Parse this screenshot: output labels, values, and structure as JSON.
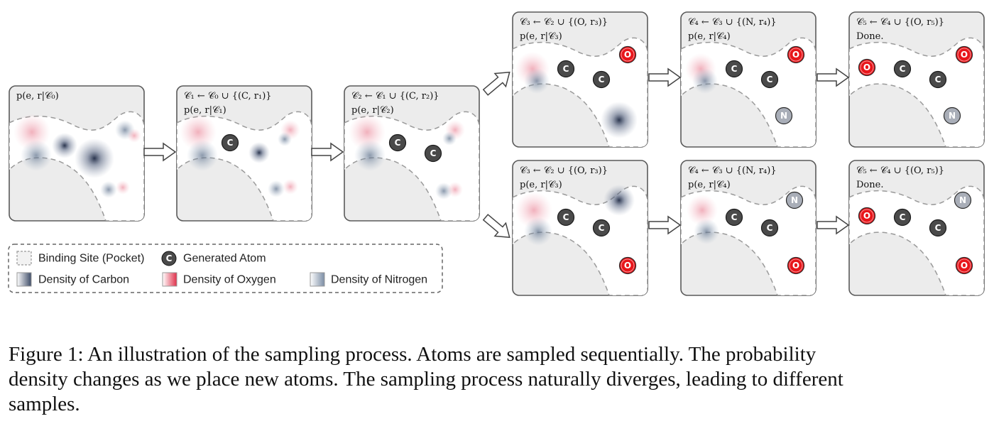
{
  "panels": [
    {
      "id": "p0",
      "labels": [
        "p(e, r|𝒞₀)"
      ]
    },
    {
      "id": "p1",
      "labels": [
        "𝒞₁ ← 𝒞₀ ∪ {(C, r₁)}",
        "p(e, r|𝒞₁)"
      ]
    },
    {
      "id": "p2",
      "labels": [
        "𝒞₂ ← 𝒞₁ ∪ {(C, r₂)}",
        "p(e, r|𝒞₂)"
      ]
    },
    {
      "id": "p3a",
      "labels": [
        "𝒞₃ ← 𝒞₂ ∪ {(O, r₃)}",
        "p(e, r|𝒞₃)"
      ]
    },
    {
      "id": "p4a",
      "labels": [
        "𝒞₄ ← 𝒞₃ ∪ {(N, r₄)}",
        "p(e, r|𝒞₄)"
      ]
    },
    {
      "id": "p5a",
      "labels": [
        "𝒞₅ ← 𝒞₄ ∪ {(O, r₅)}",
        "Done."
      ]
    },
    {
      "id": "p3b",
      "labels": [
        "𝒞₃ ← 𝒞₂ ∪ {(O, r₃)}",
        "p(e, r|𝒞₃)"
      ]
    },
    {
      "id": "p4b",
      "labels": [
        "𝒞₄ ← 𝒞₃ ∪ {(N, r₄)}",
        "p(e, r|𝒞₄)"
      ]
    },
    {
      "id": "p5b",
      "labels": [
        "𝒞₅ ← 𝒞₄ ∪ {(O, r₅)}",
        "Done."
      ]
    }
  ],
  "atom_symbols": {
    "carbon": "C",
    "oxygen": "O",
    "nitrogen": "N"
  },
  "colors": {
    "carbon_atom": "#4a4a4a",
    "oxygen_atom": "#e8161b",
    "nitrogen_atom": "#a9aeb8",
    "carbon_density": "#3c4a66",
    "oxygen_density": "#e0506a",
    "nitrogen_density": "#6d8098"
  },
  "legend": {
    "binding_site": "Binding Site (Pocket)",
    "generated_atom": "Generated Atom",
    "density_carbon": "Density of Carbon",
    "density_oxygen": "Density of Oxygen",
    "density_nitrogen": "Density of Nitrogen"
  },
  "caption": "Figure 1: An illustration of the sampling process. Atoms are sampled sequentially. The probability\ndensity changes as we place new atoms. The sampling process naturally diverges, leading to different\nsamples."
}
